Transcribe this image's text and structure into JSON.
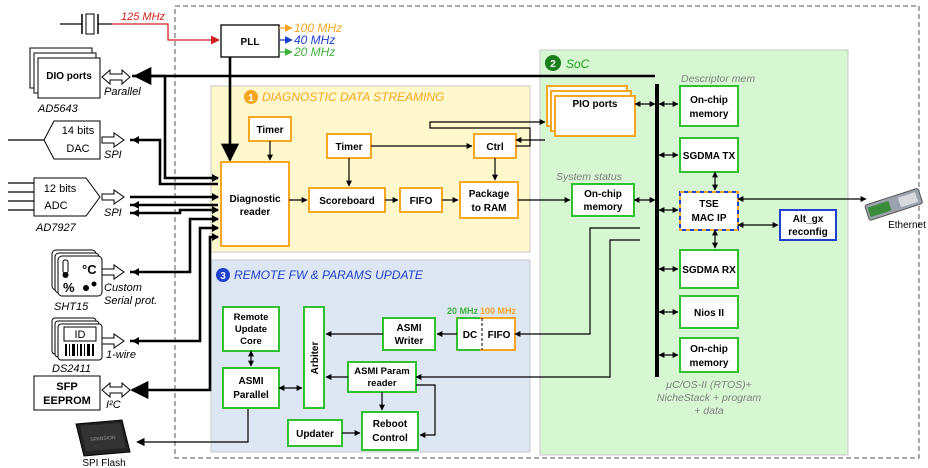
{
  "clock": {
    "input": "125 MHz",
    "pll": "PLL",
    "out1": "100 MHz",
    "out2": "40 MHz",
    "out3": "20 MHz",
    "color_orange": "#f5a623",
    "color_blue": "#1f3fcf",
    "color_green": "#3db33d",
    "color_red": "#d42020"
  },
  "left": {
    "dio": "DIO ports",
    "dio_part": "AD5643",
    "dio_if": "Parallel",
    "dac_bits": "14 bits",
    "dac": "DAC",
    "dac_if": "SPI",
    "adc_bits": "12 bits",
    "adc": "ADC",
    "adc_if": "SPI",
    "adc_part": "AD7927",
    "temp_symbol": "°C",
    "hum_symbol": "%",
    "sht_part": "SHT15",
    "sht_if1": "Custom",
    "sht_if2": "Serial prot.",
    "id_label": "ID",
    "id_part": "DS2411",
    "id_if": "1-wire",
    "sfp1": "SFP",
    "sfp2": "EEPROM",
    "sfp_if": "I²C",
    "flash_chip_text": "SPANSION",
    "flash": "SPI Flash"
  },
  "diag": {
    "num": "1",
    "title": "DIAGNOSTIC DATA STREAMING",
    "timer_a": "Timer",
    "reader1": "Diagnostic",
    "reader2": "reader",
    "timer_b": "Timer",
    "scoreboard": "Scoreboard",
    "fifo": "FIFO",
    "ctrl": "Ctrl",
    "pkg1": "Package",
    "pkg2": "to RAM"
  },
  "remote": {
    "num": "3",
    "title": "REMOTE FW & PARAMS UPDATE",
    "ruc1": "Remote",
    "ruc2": "Update",
    "ruc3": "Core",
    "asmi_par1": "ASMI",
    "asmi_par2": "Parallel",
    "arbiter": "Arbiter",
    "asmi_w1": "ASMI",
    "asmi_w2": "Writer",
    "dc_f1": "20 MHz",
    "dc_f2": "100 MHz",
    "dc": "DC",
    "dcfifo": "FIFO",
    "param1": "ASMI Param",
    "param2": "reader",
    "updater": "Updater",
    "reboot1": "Reboot",
    "reboot2": "Control"
  },
  "soc": {
    "num": "2",
    "title": "SoC",
    "pio": "PIO ports",
    "sys_status": "System status",
    "ocm1": "On-chip",
    "ocm2": "memory",
    "desc_mem": "Descriptor mem",
    "sgdma_tx": "SGDMA TX",
    "tse1": "TSE",
    "tse2": "MAC IP",
    "alt1": "Alt_gx",
    "alt2": "reconfig",
    "sgdma_rx": "SGDMA RX",
    "nios": "Nios II",
    "sw1": "μC/OS-II (RTOS)+",
    "sw2": "NicheStack  + program",
    "sw3": "+ data"
  },
  "ethernet": "Ethernet"
}
